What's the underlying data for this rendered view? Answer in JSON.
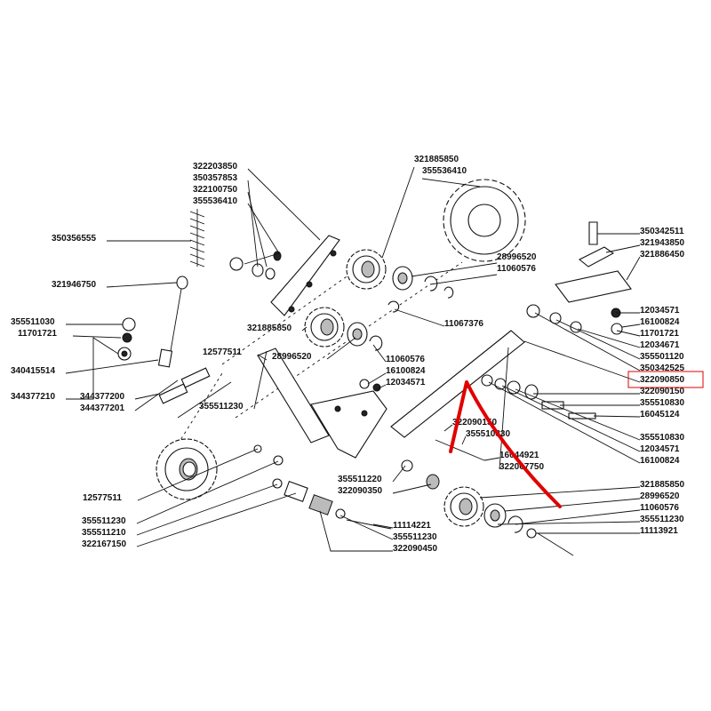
{
  "diagram": {
    "labels": [
      "322203850",
      "350357853",
      "322100750",
      "355536410",
      "350356555",
      "321946750",
      "355511030",
      "11701721",
      "340415514",
      "344377210",
      "344377200",
      "344377201",
      "12577511",
      "355511230",
      "321885850",
      "28996520",
      "321885850",
      "355536410",
      "28996520",
      "11060576",
      "11067376",
      "11060576",
      "16100824",
      "12034571",
      "350342511",
      "321943850",
      "321886450",
      "12034571",
      "16100824",
      "11701721",
      "12034671",
      "355501120",
      "350342525",
      "322090850",
      "322090150",
      "355510830",
      "16045124",
      "355510830",
      "12034571",
      "16100824",
      "322090150",
      "355510830",
      "16044921",
      "322067750",
      "355511220",
      "322090350",
      "321885850",
      "28996520",
      "11060576",
      "355511230",
      "11113921",
      "12577511",
      "355511230",
      "355511210",
      "322167150",
      "11114221",
      "355511230",
      "322090450"
    ],
    "highlighted_part": "322090850",
    "highlight_color": "#e00000"
  }
}
